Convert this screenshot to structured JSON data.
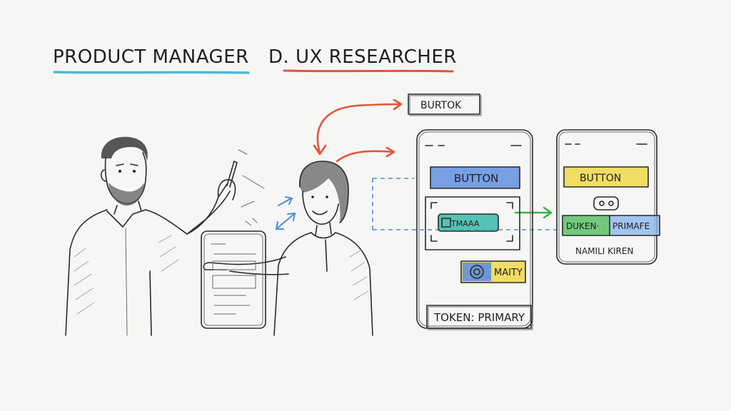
{
  "heading": {
    "left_title": "PRODUCT MANAGER",
    "right_title": "D. UX RESEARCHER",
    "left_underline_color": "#4fb9d6",
    "right_underline_color": "#e0563a"
  },
  "sketch": {
    "top_label": "BURTOK",
    "phone_left": {
      "button_label": "BUTTON",
      "selected_chip_label": "TMAAA",
      "toggle_chip_label": "MAITY",
      "token_caption": "TOKEN: PRIMARY"
    },
    "phone_right": {
      "button_label": "BUTTON",
      "token_left_label": "DUKEN·",
      "token_right_label": "PRIMAFE",
      "caption": "NAMILI KIREN"
    },
    "colors": {
      "blue_fill": "#5f8fe0",
      "yellow_fill": "#f0d84a",
      "green_fill": "#5cc068",
      "teal_fill": "#38b8a8",
      "orange_arrow": "#e0563a",
      "blue_arrow": "#4a8fd8",
      "green_arrow": "#3fb04a"
    }
  }
}
